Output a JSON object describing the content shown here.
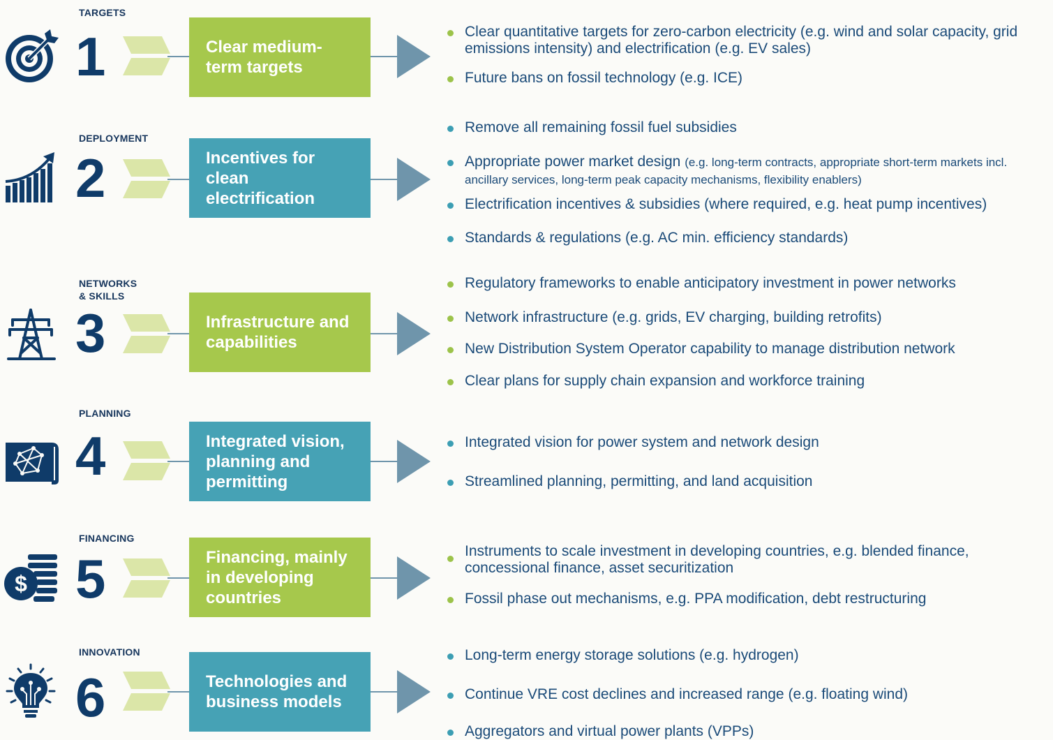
{
  "colors": {
    "navy": "#0f3b69",
    "green": "#a6c84c",
    "teal": "#46a2b5",
    "chevron": "#dbe6a8",
    "arrow": "#6f95ab"
  },
  "rows": [
    {
      "category": "TARGETS",
      "number": "1",
      "icon": "target-icon",
      "box_label": "Clear medium-term targets",
      "box_color": "green",
      "bullets": [
        "Clear quantitative targets for zero-carbon electricity (e.g. wind and solar capacity, grid emissions intensity) and electrification (e.g. EV sales)",
        "Future bans on fossil technology (e.g. ICE)"
      ]
    },
    {
      "category": "DEPLOYMENT",
      "number": "2",
      "icon": "growth-chart-icon",
      "box_label": "Incentives for clean electrification",
      "box_color": "teal",
      "bullets": [
        "Remove all remaining fossil fuel subsidies",
        "Appropriate power market design",
        "(e.g. long-term contracts, appropriate short-term markets incl. ancillary services, long-term peak capacity mechanisms, flexibility enablers)",
        "Electrification incentives & subsidies (where required, e.g. heat pump incentives)",
        "Standards & regulations (e.g. AC min. efficiency standards)"
      ]
    },
    {
      "category": "NETWORKS\n& SKILLS",
      "number": "3",
      "icon": "transmission-tower-icon",
      "box_label": "Infrastructure and capabilities",
      "box_color": "green",
      "bullets": [
        "Regulatory frameworks to enable anticipatory investment in power networks",
        "Network infrastructure (e.g. grids, EV charging, building retrofits)",
        "New Distribution System Operator capability to manage distribution network",
        "Clear plans for supply chain expansion and workforce training"
      ]
    },
    {
      "category": "PLANNING",
      "number": "4",
      "icon": "blueprint-icon",
      "box_label": "Integrated vision, planning and permitting",
      "box_color": "teal",
      "bullets": [
        "Integrated vision for power system and network design",
        "Streamlined planning, permitting, and land acquisition"
      ]
    },
    {
      "category": "FINANCING",
      "number": "5",
      "icon": "dollar-coins-icon",
      "box_label": "Financing, mainly in developing countries",
      "box_color": "green",
      "bullets": [
        "Instruments to scale investment in developing countries, e.g. blended finance, concessional finance, asset securitization",
        "Fossil phase out mechanisms, e.g. PPA modification, debt restructuring"
      ]
    },
    {
      "category": "INNOVATION",
      "number": "6",
      "icon": "lightbulb-circuit-icon",
      "box_label": "Technologies and business models",
      "box_color": "teal",
      "bullets": [
        "Long-term energy storage solutions (e.g. hydrogen)",
        "Continue VRE cost declines and increased range (e.g. floating wind)",
        "Aggregators and virtual power plants (VPPs)"
      ]
    }
  ]
}
